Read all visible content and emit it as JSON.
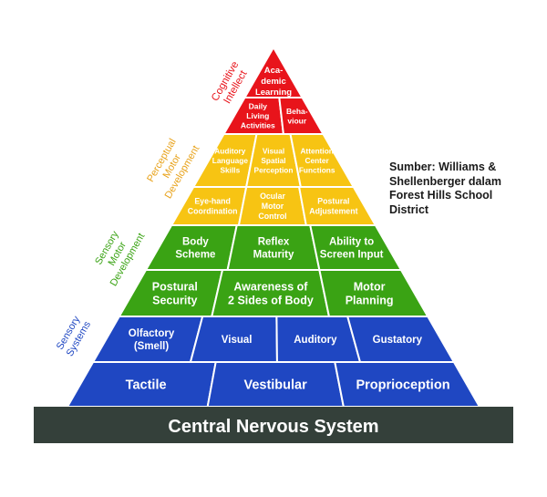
{
  "colors": {
    "cognitive": "#e8141b",
    "perceptual": "#f7c413",
    "sensory_motor": "#3aa314",
    "sensory_systems": "#1f47c2",
    "base": "#34403a",
    "perceptual_label": "#e8a21a",
    "cell_border": "#ffffff"
  },
  "base": {
    "label": "Central Nervous System"
  },
  "source": {
    "lines": [
      "Sumber: Williams &",
      "Shellenberger dalam",
      "Forest Hills School",
      "District"
    ]
  },
  "categories": [
    {
      "id": "cognitive",
      "lines": [
        "Cognitive",
        "Intellect"
      ]
    },
    {
      "id": "perceptual",
      "lines": [
        "Perceptual",
        "Motor",
        "Development"
      ]
    },
    {
      "id": "sensory-motor",
      "lines": [
        "Sensory",
        "Motor",
        "Development"
      ]
    },
    {
      "id": "sensory-systems",
      "lines": [
        "Sensory",
        "Systems"
      ]
    }
  ],
  "rows": [
    {
      "group": "cognitive",
      "cells": [
        {
          "lines": [
            "Aca-",
            "demic",
            "Learning"
          ]
        }
      ]
    },
    {
      "group": "cognitive",
      "cells": [
        {
          "lines": [
            "Daily",
            "Living",
            "Activities"
          ]
        },
        {
          "lines": [
            "Beha-",
            "viour"
          ]
        }
      ]
    },
    {
      "group": "perceptual",
      "cells": [
        {
          "lines": [
            "Auditory",
            "Language",
            "Skills"
          ]
        },
        {
          "lines": [
            "Visual",
            "Spatial",
            "Perception"
          ]
        },
        {
          "lines": [
            "Attention",
            "Center",
            "Functions"
          ]
        }
      ]
    },
    {
      "group": "perceptual",
      "cells": [
        {
          "lines": [
            "Eye-hand",
            "Coordination"
          ]
        },
        {
          "lines": [
            "Ocular",
            "Motor",
            "Control"
          ]
        },
        {
          "lines": [
            "Postural",
            "Adjustement"
          ]
        }
      ]
    },
    {
      "group": "sensory_motor",
      "cells": [
        {
          "lines": [
            "Body",
            "Scheme"
          ]
        },
        {
          "lines": [
            "Reflex",
            "Maturity"
          ]
        },
        {
          "lines": [
            "Ability to",
            "Screen Input"
          ]
        }
      ]
    },
    {
      "group": "sensory_motor",
      "cells": [
        {
          "lines": [
            "Postural",
            "Security"
          ]
        },
        {
          "lines": [
            "Awareness of",
            "2 Sides of Body"
          ]
        },
        {
          "lines": [
            "Motor",
            "Planning"
          ]
        }
      ]
    },
    {
      "group": "sensory_systems",
      "cells": [
        {
          "lines": [
            "Olfactory",
            "(Smell)"
          ]
        },
        {
          "lines": [
            "Visual"
          ]
        },
        {
          "lines": [
            "Auditory"
          ]
        },
        {
          "lines": [
            "Gustatory"
          ]
        }
      ]
    },
    {
      "group": "sensory_systems",
      "cells": [
        {
          "lines": [
            "Tactile"
          ]
        },
        {
          "lines": [
            "Vestibular"
          ]
        },
        {
          "lines": [
            "Proprioception"
          ]
        }
      ]
    }
  ]
}
